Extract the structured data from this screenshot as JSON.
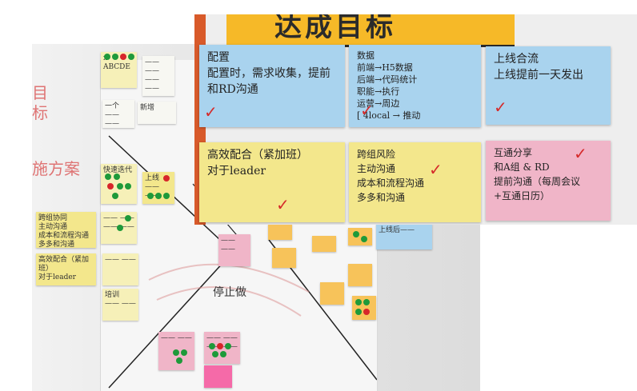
{
  "left_photo": {
    "red_ink": [
      "目",
      "标",
      "施方案"
    ],
    "paper_center_label": "停止做",
    "notes": [
      {
        "id": "n1",
        "text": "x ABCDE"
      },
      {
        "id": "n2",
        "text": "—— ——\n—— ——"
      },
      {
        "id": "n3",
        "text": "一个 \n—— ——"
      },
      {
        "id": "n4",
        "text": "新增"
      },
      {
        "id": "n5",
        "text": "快速迭代"
      },
      {
        "id": "n6",
        "text": "上线 \n—— ——"
      },
      {
        "id": "n7",
        "text": "—— ——\n—— ——"
      },
      {
        "id": "n8",
        "text": "跨组协同\n主动沟通\n成本和流程沟通\n多多和沟通"
      },
      {
        "id": "n9",
        "text": "高效配合（紧加班）\n对于leader"
      },
      {
        "id": "n10",
        "text": "—— ——"
      },
      {
        "id": "n11",
        "text": "培训\n—— ——"
      },
      {
        "id": "n12",
        "text": "—— ——"
      },
      {
        "id": "n13",
        "text": "上线后——"
      },
      {
        "id": "n14",
        "text": "—— ——"
      },
      {
        "id": "n15",
        "text": "—— ——\n—— ——"
      }
    ]
  },
  "closeup_photo": {
    "header": "达成目标",
    "cards": [
      {
        "id": "c1",
        "text": "配置\n配置时，需求收集，提前\n和RD沟通"
      },
      {
        "id": "c2",
        "text": "数据\n前端→H5数据\n后端→代码统计\n职能→执行\n运营→周边\n[ 4local → 推动"
      },
      {
        "id": "c3",
        "text": "上线合流\n上线提前一天发出"
      },
      {
        "id": "c4",
        "text": "高效配合（紧加班）\n对于leader"
      },
      {
        "id": "c5",
        "text": "跨组风险\n主动沟通\n成本和流程沟通\n多多和沟通"
      },
      {
        "id": "c6",
        "text": "互通分享\n和A组 & RD\n提前沟通（每周会议\n+互通日历）"
      }
    ]
  }
}
